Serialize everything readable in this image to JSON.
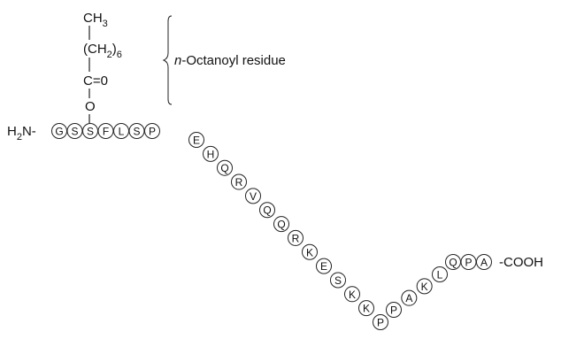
{
  "side_chain": {
    "ch3_main": "CH",
    "ch3_sub": "3",
    "ch2_open": "(CH",
    "ch2_sub": "2",
    "ch2_close": ")",
    "ch2_mult": "6",
    "carbonyl": "C=0",
    "oxygen": "O"
  },
  "annotation": {
    "label_italic": "n",
    "label_rest": "-Octanoyl residue"
  },
  "termini": {
    "n_main": "H",
    "n_sub": "2",
    "n_rest": "N-",
    "c_terminus": "-COOH"
  },
  "sequence": [
    "G",
    "S",
    "S",
    "F",
    "L",
    "S",
    "P",
    "E",
    "H",
    "Q",
    "R",
    "V",
    "Q",
    "Q",
    "R",
    "K",
    "E",
    "S",
    "K",
    "K",
    "P",
    "P",
    "A",
    "K",
    "L",
    "Q",
    "P",
    "A"
  ]
}
